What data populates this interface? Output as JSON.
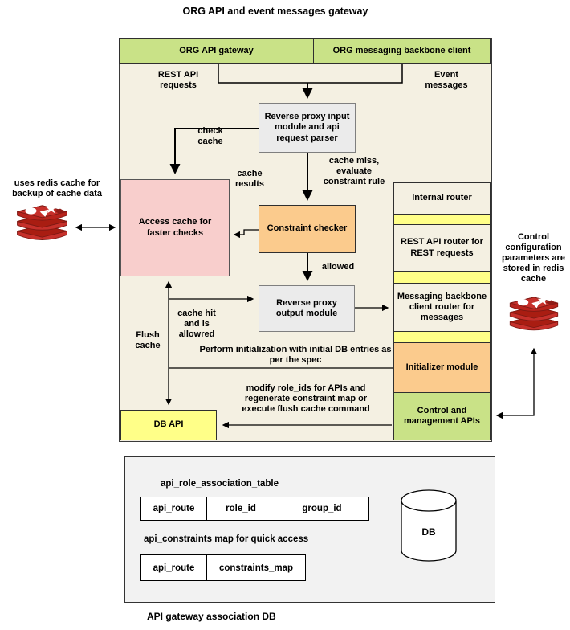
{
  "title": "ORG API and event messages gateway",
  "colors": {
    "green": "#c9e287",
    "yellow": "#ffff88",
    "orange": "#fbcb8d",
    "pink": "#f8cecc",
    "beige": "#f4f0e2",
    "gray_box": "#ebebeb",
    "panel_gray": "#f2f2f2",
    "redis_red": "#c6302b"
  },
  "gateway": {
    "header_left": "ORG API gateway",
    "header_right": "ORG messaging backbone client",
    "rest_api_requests": "REST API requests",
    "event_messages": "Event messages",
    "input_module": "Reverse proxy input module and api request parser",
    "check_cache": "check cache",
    "cache_results": "cache results",
    "cache_miss": "cache miss, evaluate constraint rule",
    "access_cache": "Access cache for faster checks",
    "constraint_checker": "Constraint checker",
    "allowed": "allowed",
    "output_module": "Reverse proxy output module",
    "internal_router": "Internal router",
    "rest_router": "REST API router for REST requests",
    "messaging_router": "Messaging backbone client router for messages",
    "initializer": "Initializer module",
    "control_apis": "Control and management APIs",
    "db_api": "DB API",
    "flush_cache": "Flush cache",
    "cache_hit": "cache hit and is allowred",
    "perform_init": "Perform initialization with initial DB entries as per the spec",
    "modify_role": "modify role_ids for APIs and regenerate constraint map or execute flush cache command"
  },
  "redis_left": {
    "label": "uses redis cache for backup of cache data"
  },
  "redis_right": {
    "label": "Control configuration parameters are stored in redis cache"
  },
  "association_db": {
    "table1_title": "api_role_association_table",
    "table1_columns": [
      "api_route",
      "role_id",
      "group_id"
    ],
    "table2_title": "api_constraints map for quick access",
    "table2_columns": [
      "api_route",
      "constraints_map"
    ],
    "db_label": "DB",
    "caption": "API gateway association DB"
  }
}
